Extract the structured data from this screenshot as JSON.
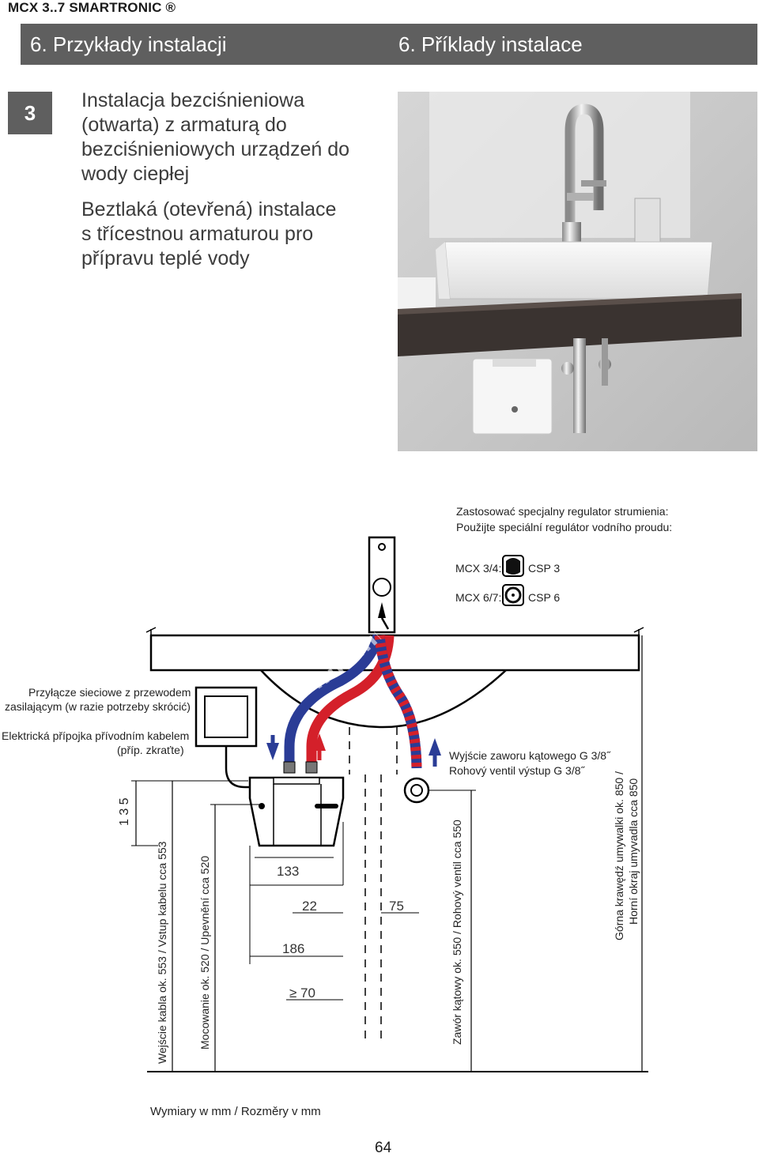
{
  "header": {
    "product": "MCX 3..7 SMARTRONIC ®",
    "section_pl": "6. Przykłady instalacji",
    "section_cz": "6. Příklady instalace"
  },
  "example": {
    "number": "3",
    "title_pl_lines": [
      "Instalacja bezciśnieniowa",
      "(otwarta) z armaturą do",
      "bezciśnieniowych urządzeń do",
      "wody ciepłej"
    ],
    "title_cz_lines": [
      "Beztlaká (otevřená) instalace",
      "s třícestnou armaturou pro",
      "přípravu teplé vody"
    ]
  },
  "diagram": {
    "regulator_pl": "Zastosować specjalny regulator strumienia:",
    "regulator_cz": "Použijte speciální regulátor vodního proudu:",
    "mcx34": "MCX 3/4:",
    "csp3": "CSP 3",
    "mcx67": "MCX 6/7:",
    "csp6": "CSP 6",
    "power_pl_1": "Przyłącze sieciowe z przewodem",
    "power_pl_2": "zasilającym (w razie potrzeby skrócić)",
    "power_cz_1": "Elektrická přípojka přívodním kabelem",
    "power_cz_2": "(příp. zkraťte)",
    "valve_pl": "Wyjście zaworu kątowego G 3/8˝",
    "valve_cz": "Rohový ventil výstup G 3/8˝",
    "dim_135": "1 3 5",
    "dim_cable": "Wejście kabla ok. 553 / Vstup kabelu cca 553",
    "dim_mount": "Mocowanie ok. 520 / Upevnění cca 520",
    "dim_133": "133",
    "dim_22": "22",
    "dim_186": "186",
    "dim_70": "≥ 70",
    "dim_75": "75",
    "dim_valve": "Zawór kątowy ok. 550 / Rohový ventil cca 550",
    "dim_edge_1": "Górna krawędź umywalki ok. 850 /",
    "dim_edge_2": "Horní okraj umyvadla cca 850"
  },
  "footer": {
    "units": "Wymiary w mm   /   Rozměry v mm",
    "page": "64"
  },
  "colors": {
    "header_bar": "#5f5f5f",
    "hot": "#d4202a",
    "cold": "#2a3c96"
  }
}
